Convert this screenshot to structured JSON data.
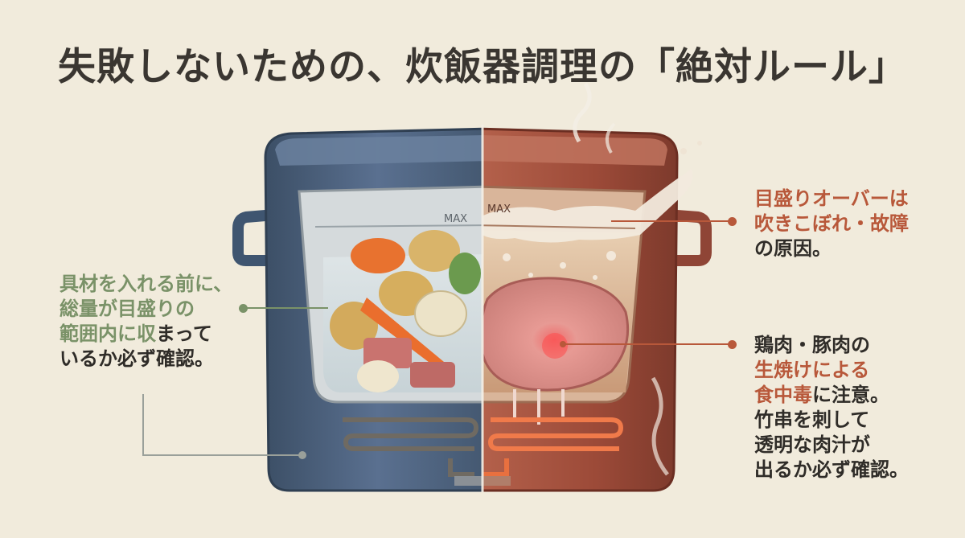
{
  "title": "失敗しないための、炊飯器調理の「絶対ルール」",
  "pot": {
    "max_left": "MAX",
    "max_right": "MAX"
  },
  "notes": {
    "left": {
      "lines": [
        {
          "text": "具材を入れる前に、",
          "tone": "green"
        },
        {
          "text": "総量が目盛りの",
          "tone": "green"
        },
        {
          "text": "範囲内に収",
          "tone": "green",
          "suffix": "まって",
          "suffix_tone": "dark"
        },
        {
          "text": "いるか必ず確認。",
          "tone": "dark"
        }
      ]
    },
    "right_top": {
      "lines": [
        {
          "text": "目盛りオーバーは",
          "tone": "red"
        },
        {
          "text": "吹きこぼれ・故障",
          "tone": "red"
        },
        {
          "text": "の原因。",
          "tone": "dark"
        }
      ]
    },
    "right_bottom": {
      "lines": [
        {
          "text": "鶏肉・豚肉の",
          "tone": "dark"
        },
        {
          "text": "生焼けによる",
          "tone": "red"
        },
        {
          "text": "食中毒",
          "tone": "red",
          "suffix": "に注意。",
          "suffix_tone": "dark"
        },
        {
          "text": "竹串を刺して",
          "tone": "dark"
        },
        {
          "text": "透明な肉汁が",
          "tone": "dark"
        },
        {
          "text": "出るか必ず確認。",
          "tone": "dark"
        }
      ]
    }
  },
  "colors": {
    "background": "#f1ebdc",
    "safe_pot": "#4b6079",
    "danger_pot": "#a3523f",
    "green_text": "#7a9268",
    "red_text": "#b8583a",
    "dark_text": "#2f2c28"
  }
}
